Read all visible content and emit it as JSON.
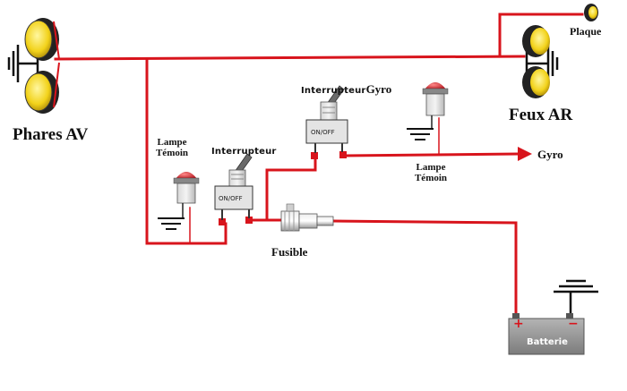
{
  "labels": {
    "phares_av": "Phares AV",
    "feux_ar": "Feux AR",
    "plaque": "Plaque",
    "gyro": "Gyro",
    "fusible": "Fusible",
    "lampe_temoin_left_1": "Lampe",
    "lampe_temoin_left_2": "Témoin",
    "lampe_temoin_right_1": "Lampe",
    "lampe_temoin_right_2": "Témoin",
    "interrupteur_left": "Interrupteur",
    "interrupteur_right": "Interrupteur",
    "interrupteur_right_suffix": "Gyro",
    "switch_left_text": "ON/OFF",
    "switch_right_text": "ON/OFF",
    "batterie": "Batterie",
    "batt_plus": "+",
    "batt_minus": "−"
  },
  "colors": {
    "wire": "#d8141c",
    "lamp_yellow": "#f2d21a",
    "lamp_shell": "#2a2a2a",
    "battery": "#9a9a9a",
    "indicator_red": "#c8202a"
  }
}
